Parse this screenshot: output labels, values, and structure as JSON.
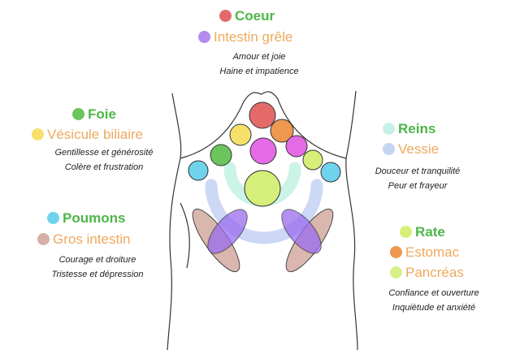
{
  "groups": {
    "heart": {
      "yin": "Coeur",
      "yang": "Intestin grêle",
      "emotion_positive": "Amour et joie",
      "emotion_negative": "Haine et impatience",
      "yin_color": "#e46a6a",
      "yang_color": "#b48cf0"
    },
    "liver": {
      "yin": "Foie",
      "yang": "Vésicule biliaire",
      "emotion_positive": "Gentillesse et générosité",
      "emotion_negative": "Colère et frustration",
      "yin_color": "#6cc45c",
      "yang_color": "#f6e06a"
    },
    "lungs": {
      "yin": "Poumons",
      "yang": "Gros intestin",
      "emotion_positive": "Courage et  droiture",
      "emotion_negative": "Tristesse et dépression",
      "yin_color": "#6fd3ee",
      "yang_color": "#d6b0a6"
    },
    "kidneys": {
      "yin": "Reins",
      "yang": "Vessie",
      "emotion_positive": "Douceur et tranquilité",
      "emotion_negative": "Peur et frayeur",
      "yin_color": "#c6f2e6",
      "yang_color": "#c6d4f4"
    },
    "spleen": {
      "yin": "Rate",
      "yang": "Estomac",
      "yang2": "Pancréas",
      "emotion_positive": "Confiance et ouverture",
      "emotion_negative": "Inquiètude et anxiété",
      "yin_color": "#d6ef7a",
      "yang_color": "#ee9850",
      "yang2_color": "#d6ef8a"
    }
  },
  "colors": {
    "yin_text": "#4db648",
    "yang_text": "#eea95e"
  }
}
